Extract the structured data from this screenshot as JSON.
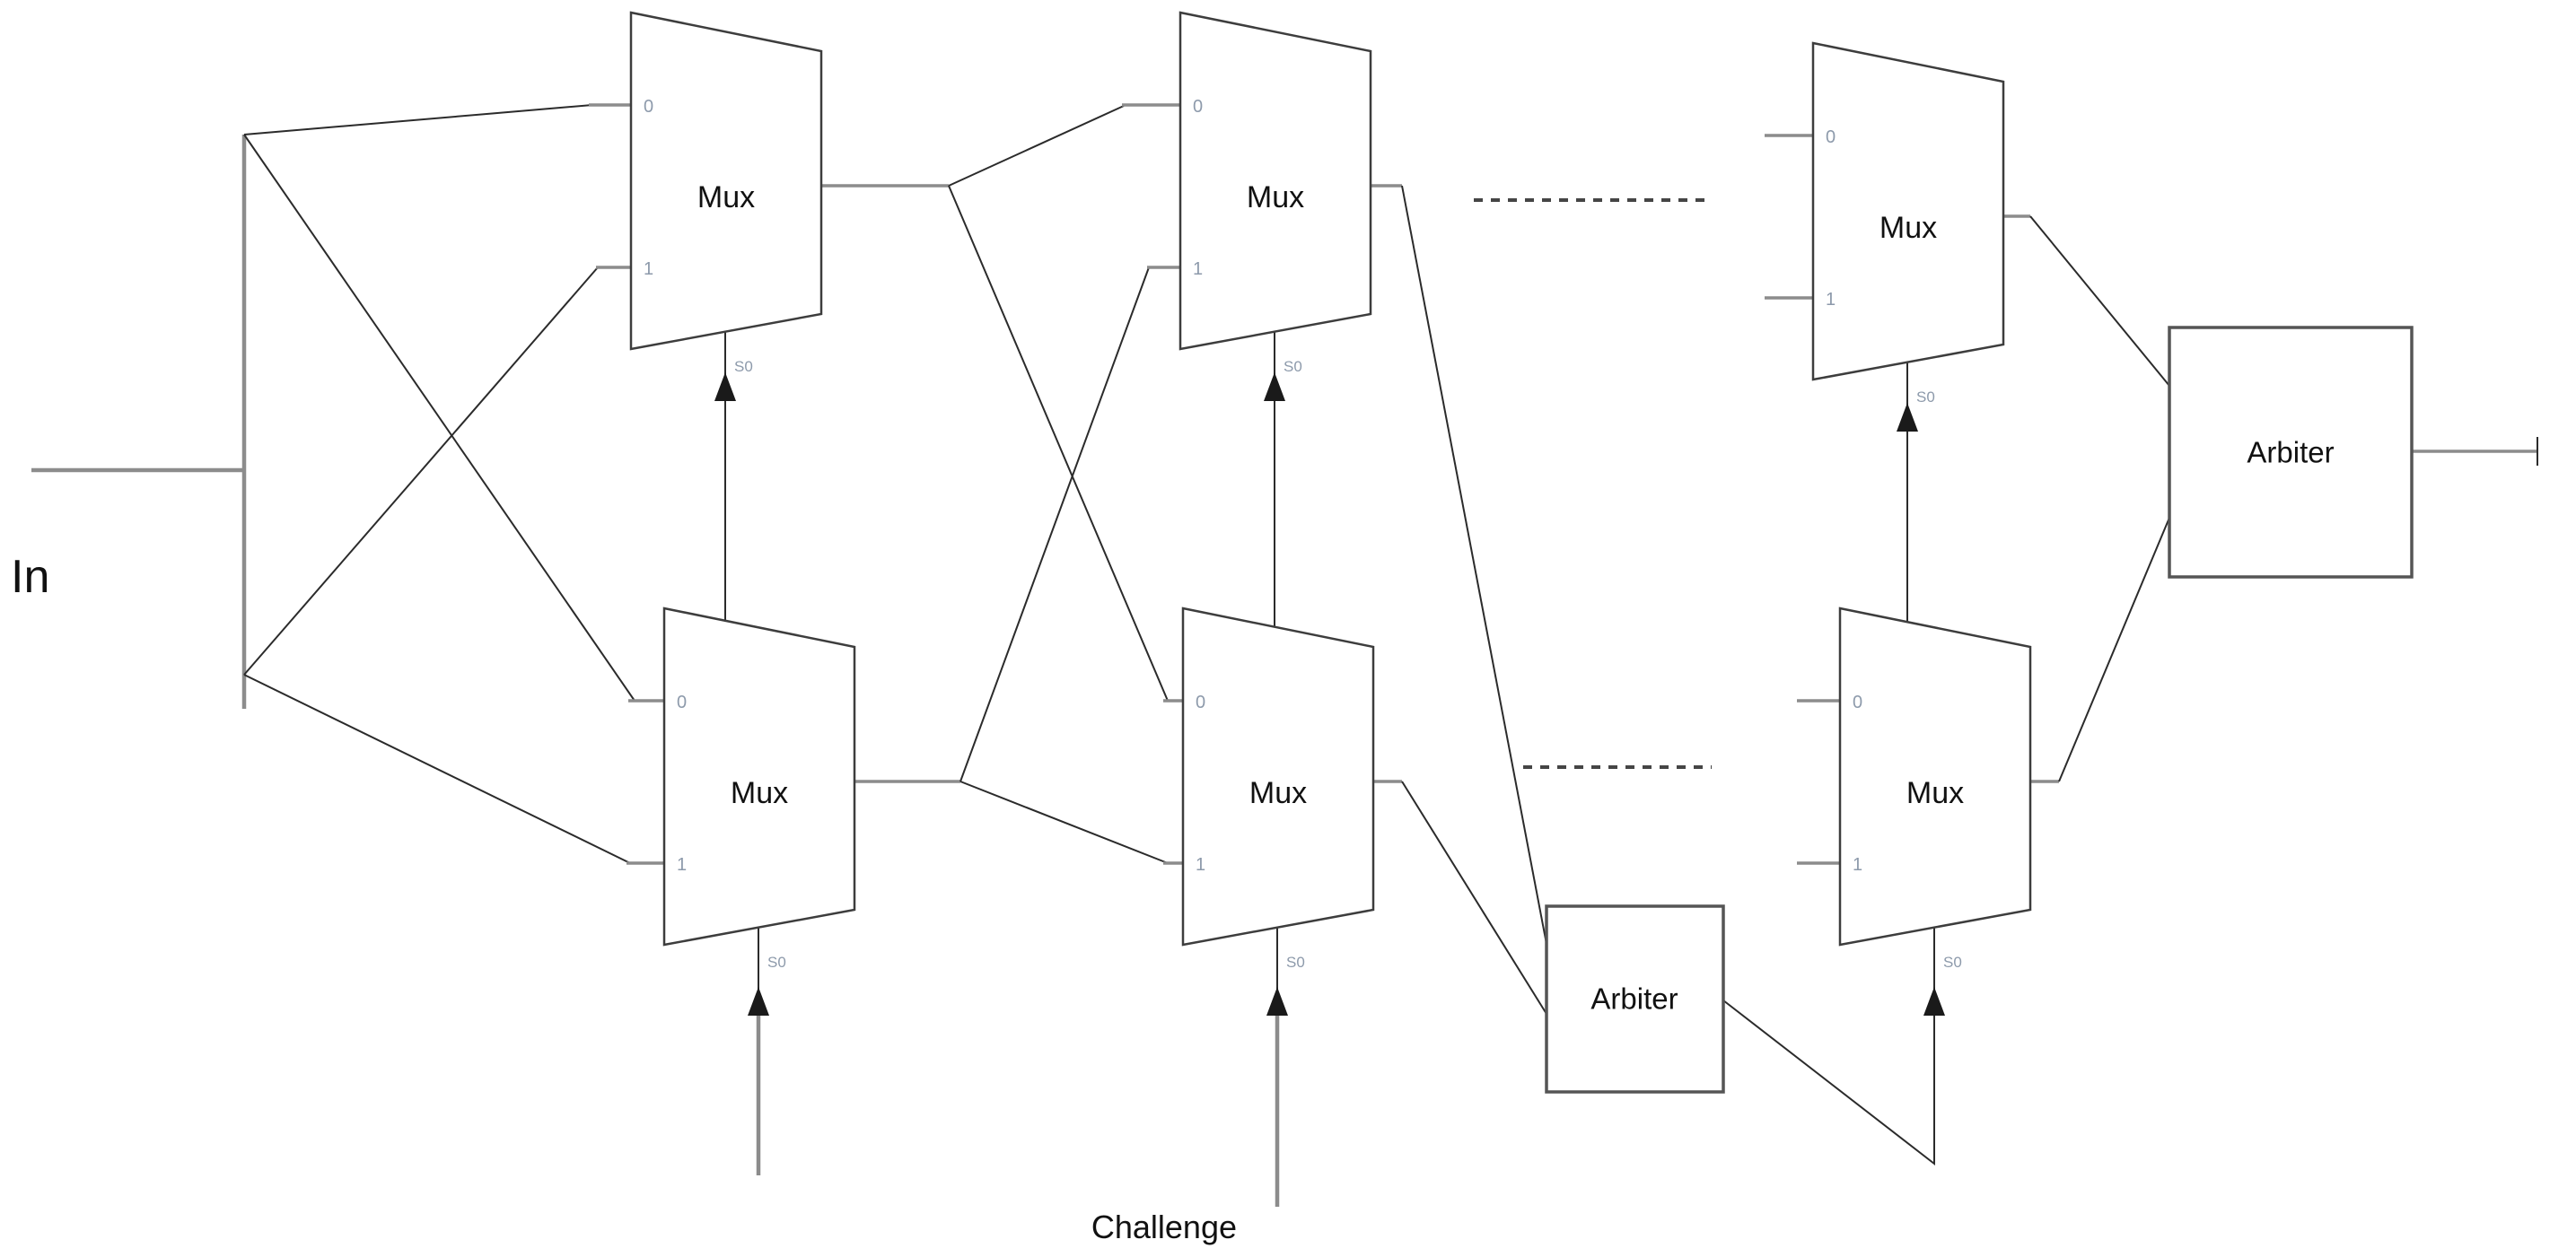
{
  "title": "Feed-forward arbiter PUF mux chain diagram",
  "annotations": {
    "input_label": "In",
    "challenge_label": "Challenge"
  },
  "components": {
    "muxes": [
      {
        "name": "stage1-top-mux",
        "label": "Mux",
        "ports": {
          "in0": "0",
          "in1": "1",
          "select": "S0"
        }
      },
      {
        "name": "stage1-bottom-mux",
        "label": "Mux",
        "ports": {
          "in0": "0",
          "in1": "1",
          "select": "S0"
        }
      },
      {
        "name": "stage2-top-mux",
        "label": "Mux",
        "ports": {
          "in0": "0",
          "in1": "1",
          "select": "S0"
        }
      },
      {
        "name": "stage2-bottom-mux",
        "label": "Mux",
        "ports": {
          "in0": "0",
          "in1": "1",
          "select": "S0"
        }
      },
      {
        "name": "stageN-top-mux",
        "label": "Mux",
        "ports": {
          "in0": "0",
          "in1": "1",
          "select": "S0"
        }
      },
      {
        "name": "stageN-bottom-mux",
        "label": "Mux",
        "ports": {
          "in0": "0",
          "in1": "1",
          "select": "S0"
        }
      }
    ],
    "arbiters": [
      {
        "name": "feedforward-arbiter",
        "label": "Arbiter"
      },
      {
        "name": "output-arbiter",
        "label": "Arbiter"
      }
    ]
  },
  "colors": {
    "background": "#ffffff",
    "dark_line": "#2b2b2b",
    "gray_line": "#8c8c8c",
    "mux_stroke": "#3d3d3d",
    "arbiter_stroke": "#555555",
    "text": "#111111",
    "port_text": "#8d9aab"
  }
}
